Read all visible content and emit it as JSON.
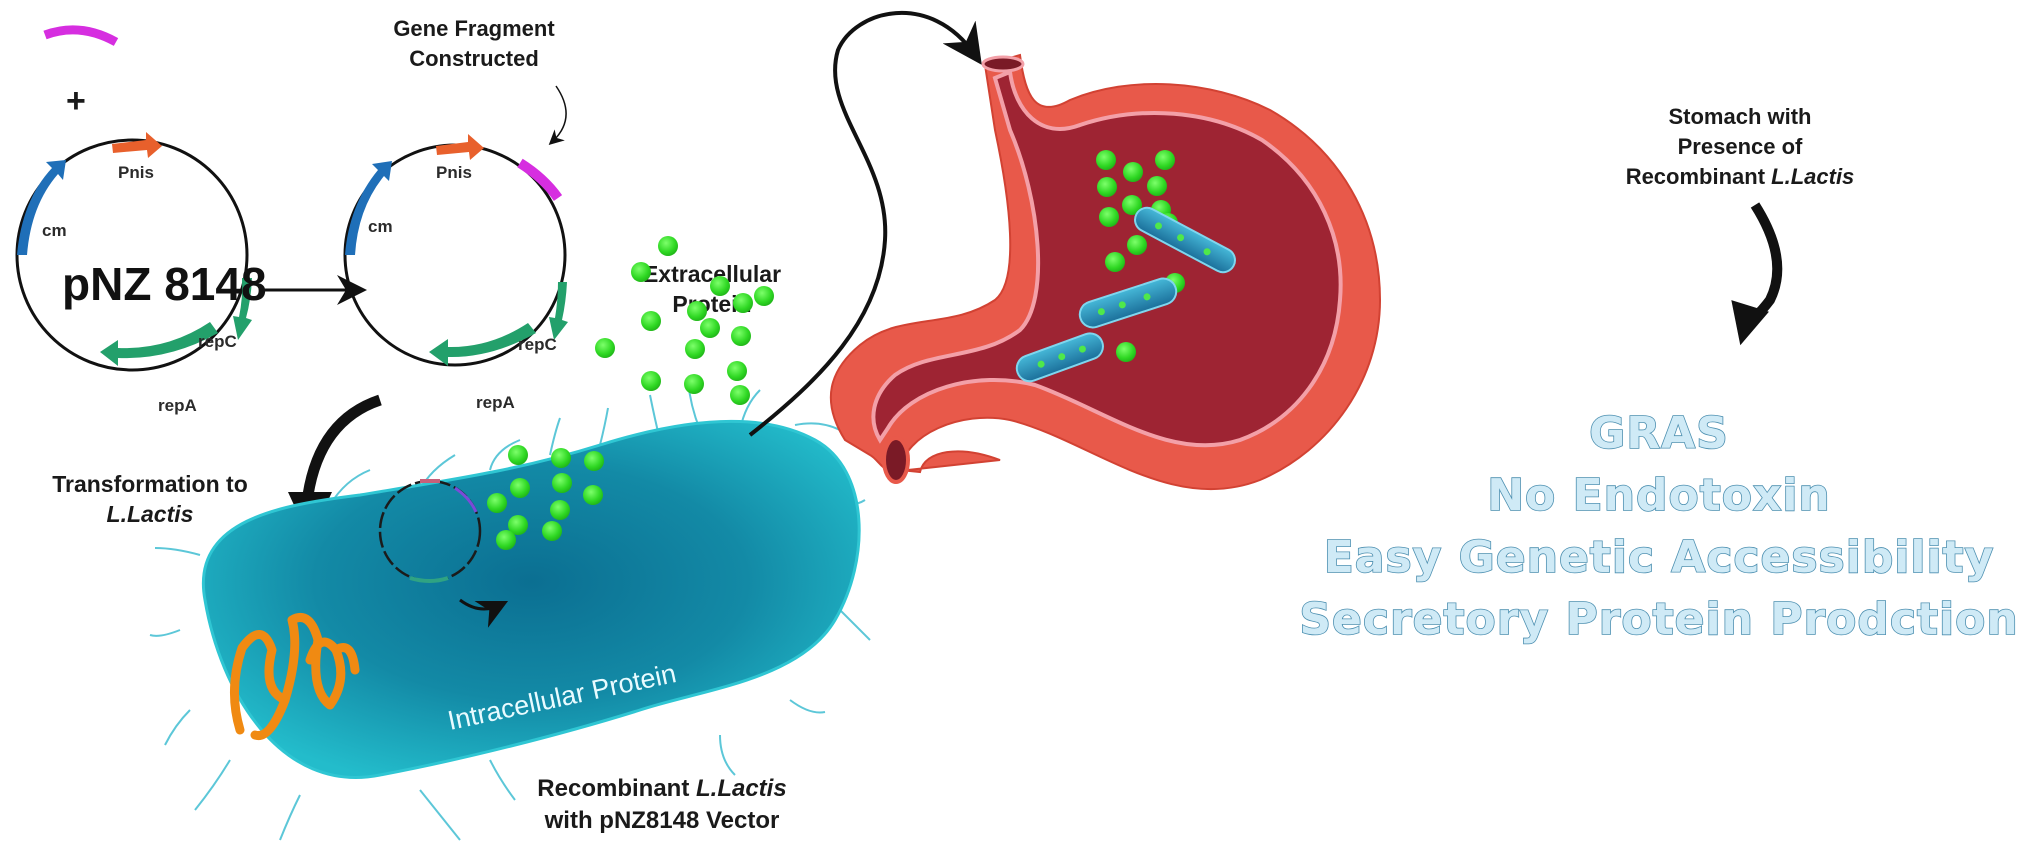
{
  "diagram": {
    "title": "Recombinant L. lactis protein production workflow",
    "plasmid_original": {
      "name": "pNZ 8148",
      "genes": [
        {
          "label": "Pnis",
          "color": "#e8602c"
        },
        {
          "label": "cm",
          "color": "#1f6fb8"
        },
        {
          "label": "repC",
          "color": "#23a06b"
        },
        {
          "label": "repA",
          "color": "#23a06b"
        }
      ],
      "plus_sign": "+",
      "insert_color": "#d62ee0"
    },
    "plasmid_constructed": {
      "genes": [
        {
          "label": "Pnis"
        },
        {
          "label": "cm"
        },
        {
          "label": "repC"
        },
        {
          "label": "repA"
        }
      ],
      "annotation_line1": "Gene Fragment",
      "annotation_line2": "Constructed"
    },
    "transformation": {
      "line1": "Transformation to",
      "line2": "L.Lactis"
    },
    "bacterium": {
      "intracellular_label": "Intracellular Protein",
      "caption_line1_prefix": "Recombinant ",
      "caption_line1_italic": "L.Lactis",
      "caption_line2": "with pNZ8148 Vector",
      "body_color": "#1aa3b8",
      "nucleoid_color": "#f08a12"
    },
    "extracellular": {
      "line1": "Extracellular",
      "line2": "Protein",
      "protein_color": "#33e02a"
    },
    "stomach": {
      "caption_line1": "Stomach with",
      "caption_line2": "Presence of",
      "caption_line3_prefix": "Recombinant ",
      "caption_line3_italic": "L.Lactis",
      "outer_color": "#e8594a",
      "inner_color": "#9e2433"
    },
    "advantages": [
      "GRAS",
      "No Endotoxin",
      "Easy Genetic Accessibility",
      "Secretory Protein Prodction"
    ]
  }
}
